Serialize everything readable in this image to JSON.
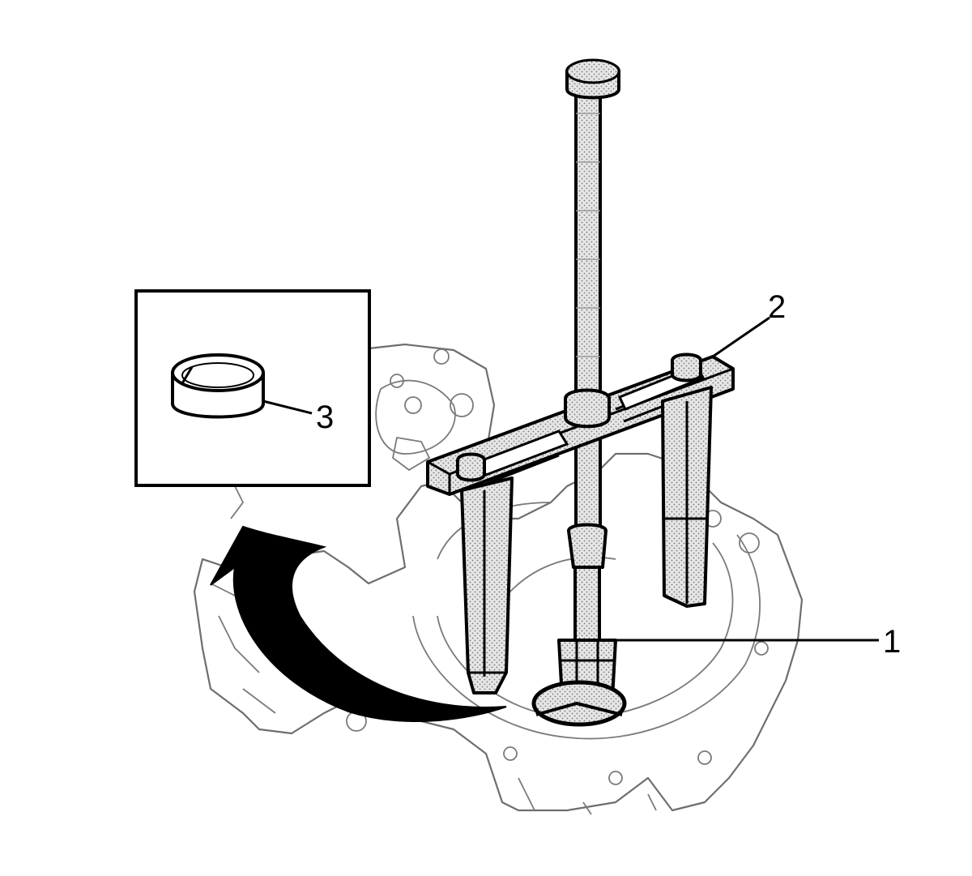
{
  "callouts": {
    "bearing_remover": "1",
    "puller": "2",
    "bearing_race": "3"
  },
  "colors": {
    "line": "#000000",
    "housing_line": "#6e6e6e",
    "background": "#ffffff"
  }
}
